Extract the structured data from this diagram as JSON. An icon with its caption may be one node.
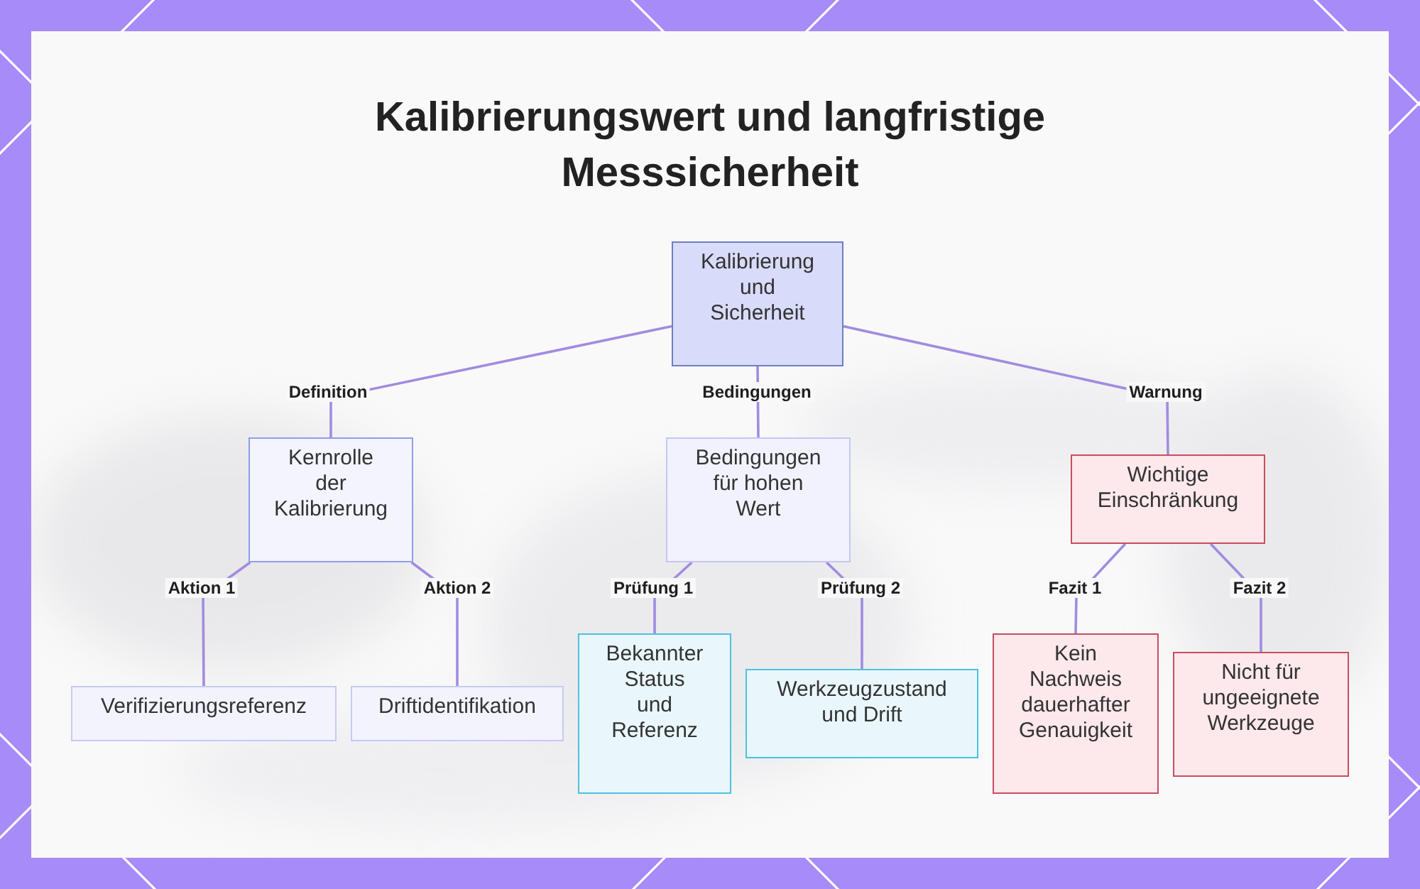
{
  "diagram": {
    "title": "Kalibrierungswert und langfristige Messsicherheit",
    "nodes": [
      {
        "text": [
          "Kalibrierung und Sicherheit"
        ]
      },
      {
        "text": [
          "Kernrolle der Kalibrierung"
        ]
      },
      {
        "text": [
          "Bedingungen für hohen Wert"
        ]
      },
      {
        "text": [
          "Wichtige Einschränkung"
        ]
      },
      {
        "text": [
          "Verifizierungsreferenz"
        ]
      },
      {
        "text": [
          "Driftidentifikation"
        ]
      },
      {
        "text": [
          "Bekannter Status und Referenz"
        ]
      },
      {
        "text": [
          "Werkzeugzustand und Drift"
        ]
      },
      {
        "text": [
          "Kein Nachweis dauerhafter Genauigkeit"
        ]
      },
      {
        "text": [
          "Nicht für ungeeignete Werkzeuge"
        ]
      }
    ],
    "edges": [
      {
        "from": 0,
        "to": 1,
        "arrow": "none",
        "label": "Definition"
      },
      {
        "from": 0,
        "to": 2,
        "arrow": "none",
        "label": "Bedingungen"
      },
      {
        "from": 0,
        "to": 3,
        "arrow": "none",
        "label": "Warnung"
      },
      {
        "from": 1,
        "to": 4,
        "arrow": "none",
        "label": "Aktion 1"
      },
      {
        "from": 1,
        "to": 5,
        "arrow": "none",
        "label": "Aktion 2"
      },
      {
        "from": 2,
        "to": 6,
        "arrow": "none",
        "label": "Prüfung 1"
      },
      {
        "from": 2,
        "to": 7,
        "arrow": "none",
        "label": "Prüfung 2"
      },
      {
        "from": 3,
        "to": 8,
        "arrow": "none",
        "label": "Fazit 1"
      },
      {
        "from": 3,
        "to": 9,
        "arrow": "none",
        "label": "Fazit 2"
      }
    ]
  }
}
